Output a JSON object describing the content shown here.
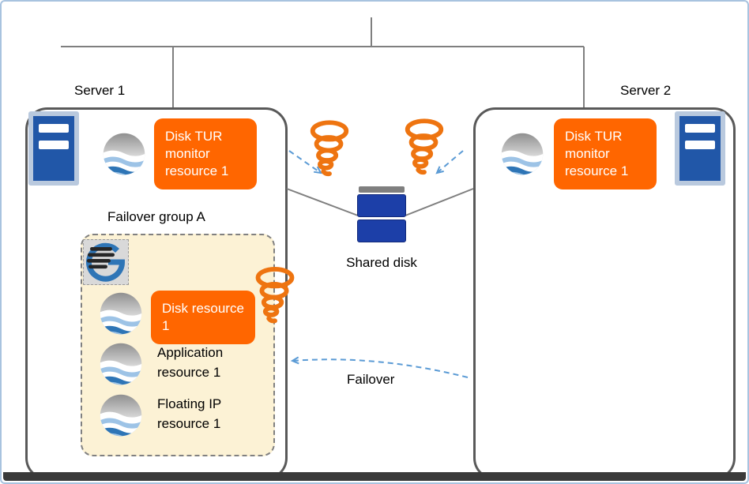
{
  "servers": {
    "server1": {
      "label": "Server 1",
      "monitor_badge": "Disk TUR monitor resource 1"
    },
    "server2": {
      "label": "Server 2",
      "monitor_badge": "Disk TUR monitor resource 1"
    }
  },
  "failover_group": {
    "label": "Failover group A",
    "disk_badge": "Disk resource 1",
    "app_resource": "Application resource 1",
    "fip_resource": "Floating IP resource 1"
  },
  "shared_disk_label": "Shared disk",
  "failover_label": "Failover",
  "icons": {
    "wave": "cluster-resource-icon",
    "tornado": "monitor-activity-icon",
    "tower": "server-tower-icon",
    "g": "group-g-icon",
    "disk": "shared-disk-icon"
  },
  "colors": {
    "badge_orange": "#FF6600",
    "tornado_orange": "#EE7410",
    "arrow_blue": "#5B9BD5",
    "group_bg": "#FCF2D5",
    "disk_blue": "#1C3FA8",
    "line_gray": "#7F7F7F",
    "server_border": "#595959",
    "outer_border": "#A8C3DF"
  }
}
